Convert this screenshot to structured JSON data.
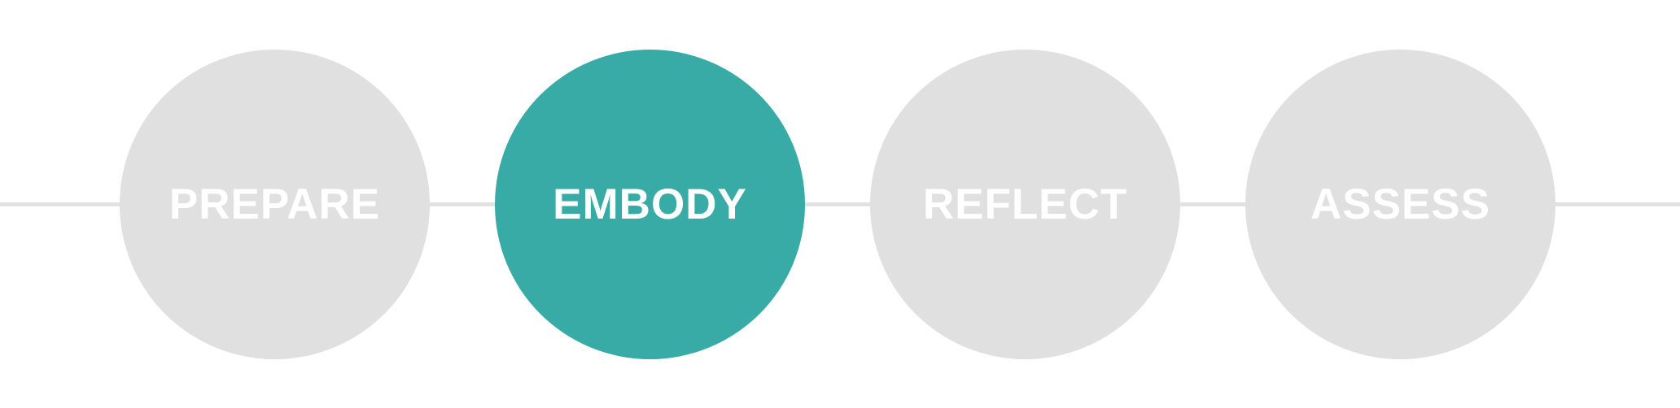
{
  "stepper": {
    "active_step": "EMBODY",
    "active_index": 1,
    "steps": [
      {
        "label": "PREPARE",
        "state": "inactive"
      },
      {
        "label": "EMBODY",
        "state": "active"
      },
      {
        "label": "REFLECT",
        "state": "inactive"
      },
      {
        "label": "ASSESS",
        "state": "inactive"
      }
    ],
    "colors": {
      "active_circle": "#39aba7",
      "inactive_circle": "#e0e0e0",
      "connector_line": "#e2e2e2",
      "label_text": "#ffffff",
      "background": "#ffffff"
    }
  }
}
